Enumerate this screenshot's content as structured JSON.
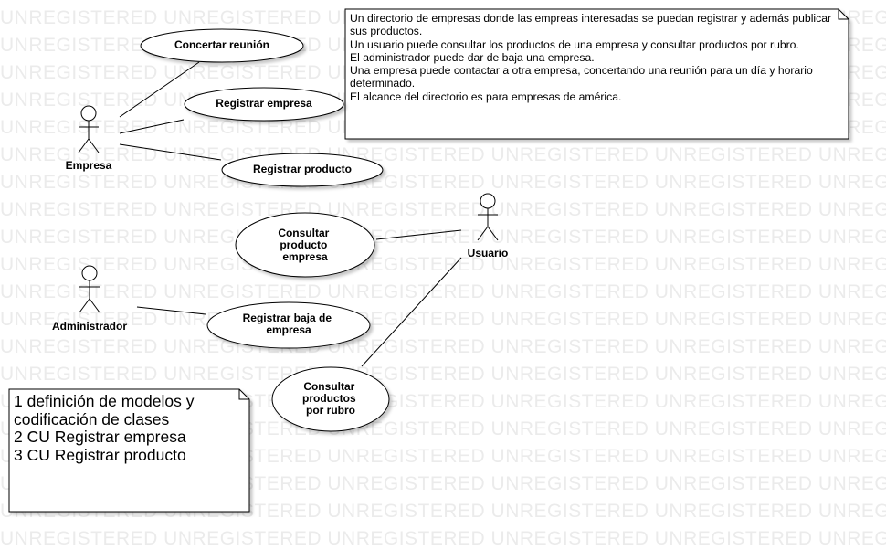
{
  "watermark": {
    "text": "UNREGISTERED"
  },
  "diagram": {
    "actors": [
      {
        "id": "empresa",
        "label": "Empresa"
      },
      {
        "id": "usuario",
        "label": "Usuario"
      },
      {
        "id": "administrador",
        "label": "Administrador"
      }
    ],
    "use_cases": [
      {
        "id": "concertar-reunion",
        "lines": [
          "Concertar reunión"
        ]
      },
      {
        "id": "registrar-empresa",
        "lines": [
          "Registrar empresa"
        ]
      },
      {
        "id": "registrar-producto",
        "lines": [
          "Registrar producto"
        ]
      },
      {
        "id": "consultar-producto-empresa",
        "lines": [
          "Consultar",
          "producto",
          "empresa"
        ]
      },
      {
        "id": "registrar-baja-empresa",
        "lines": [
          "Registrar baja de",
          "empresa"
        ]
      },
      {
        "id": "consultar-productos-rubro",
        "lines": [
          "Consultar",
          "productos",
          "por rubro"
        ]
      }
    ],
    "notes": {
      "description": "Un directorio de empresas donde las empreas interesadas se puedan registrar y además publicar sus productos.\nUn usuario puede consultar los productos de una empresa y consultar productos por rubro.\nEl administrador puede dar de baja una empresa.\nUna empresa puede contactar a otra empresa, concertando una reunión para un día y horario determinado.\nEl alcance del directorio es para empresas de américa.",
      "tasks": "1 definición de modelos y codificación de clases\n2 CU Registrar empresa\n3 CU Registrar producto"
    }
  }
}
